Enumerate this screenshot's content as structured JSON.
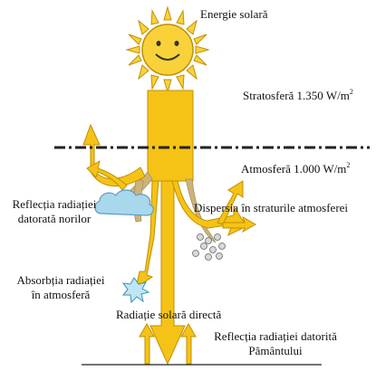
{
  "labels": {
    "solar_energy": "Energie solară",
    "stratosphere_value": "Stratosferă 1.350 W/m",
    "stratosphere_exp": "2",
    "atmosphere_value": "Atmosferă 1.000 W/m",
    "atmosphere_exp": "2",
    "cloud_reflection_line1": "Reflecția radiației",
    "cloud_reflection_line2": "datorată norilor",
    "dispersion": "Dispersia în straturile atmosferei",
    "absorption_line1": "Absorbția radiației",
    "absorption_line2": "în atmosferă",
    "direct_radiation": "Radiație solară directă",
    "ground_reflection_line1": "Reflecția radiației datorită",
    "ground_reflection_line2": "Pământului"
  },
  "colors": {
    "sun_fill": "#f9d23a",
    "arrow_fill": "#f5c316",
    "arrow_stroke": "#c28f00",
    "shadow_fill": "#cdb37a",
    "cloud_fill": "#a9d8ec",
    "cloud_stroke": "#5f9dc0",
    "spark_fill": "#bfe6f5",
    "spark_stroke": "#3f8fb5",
    "boundary_line": "#222222",
    "ground_line": "#222222"
  }
}
